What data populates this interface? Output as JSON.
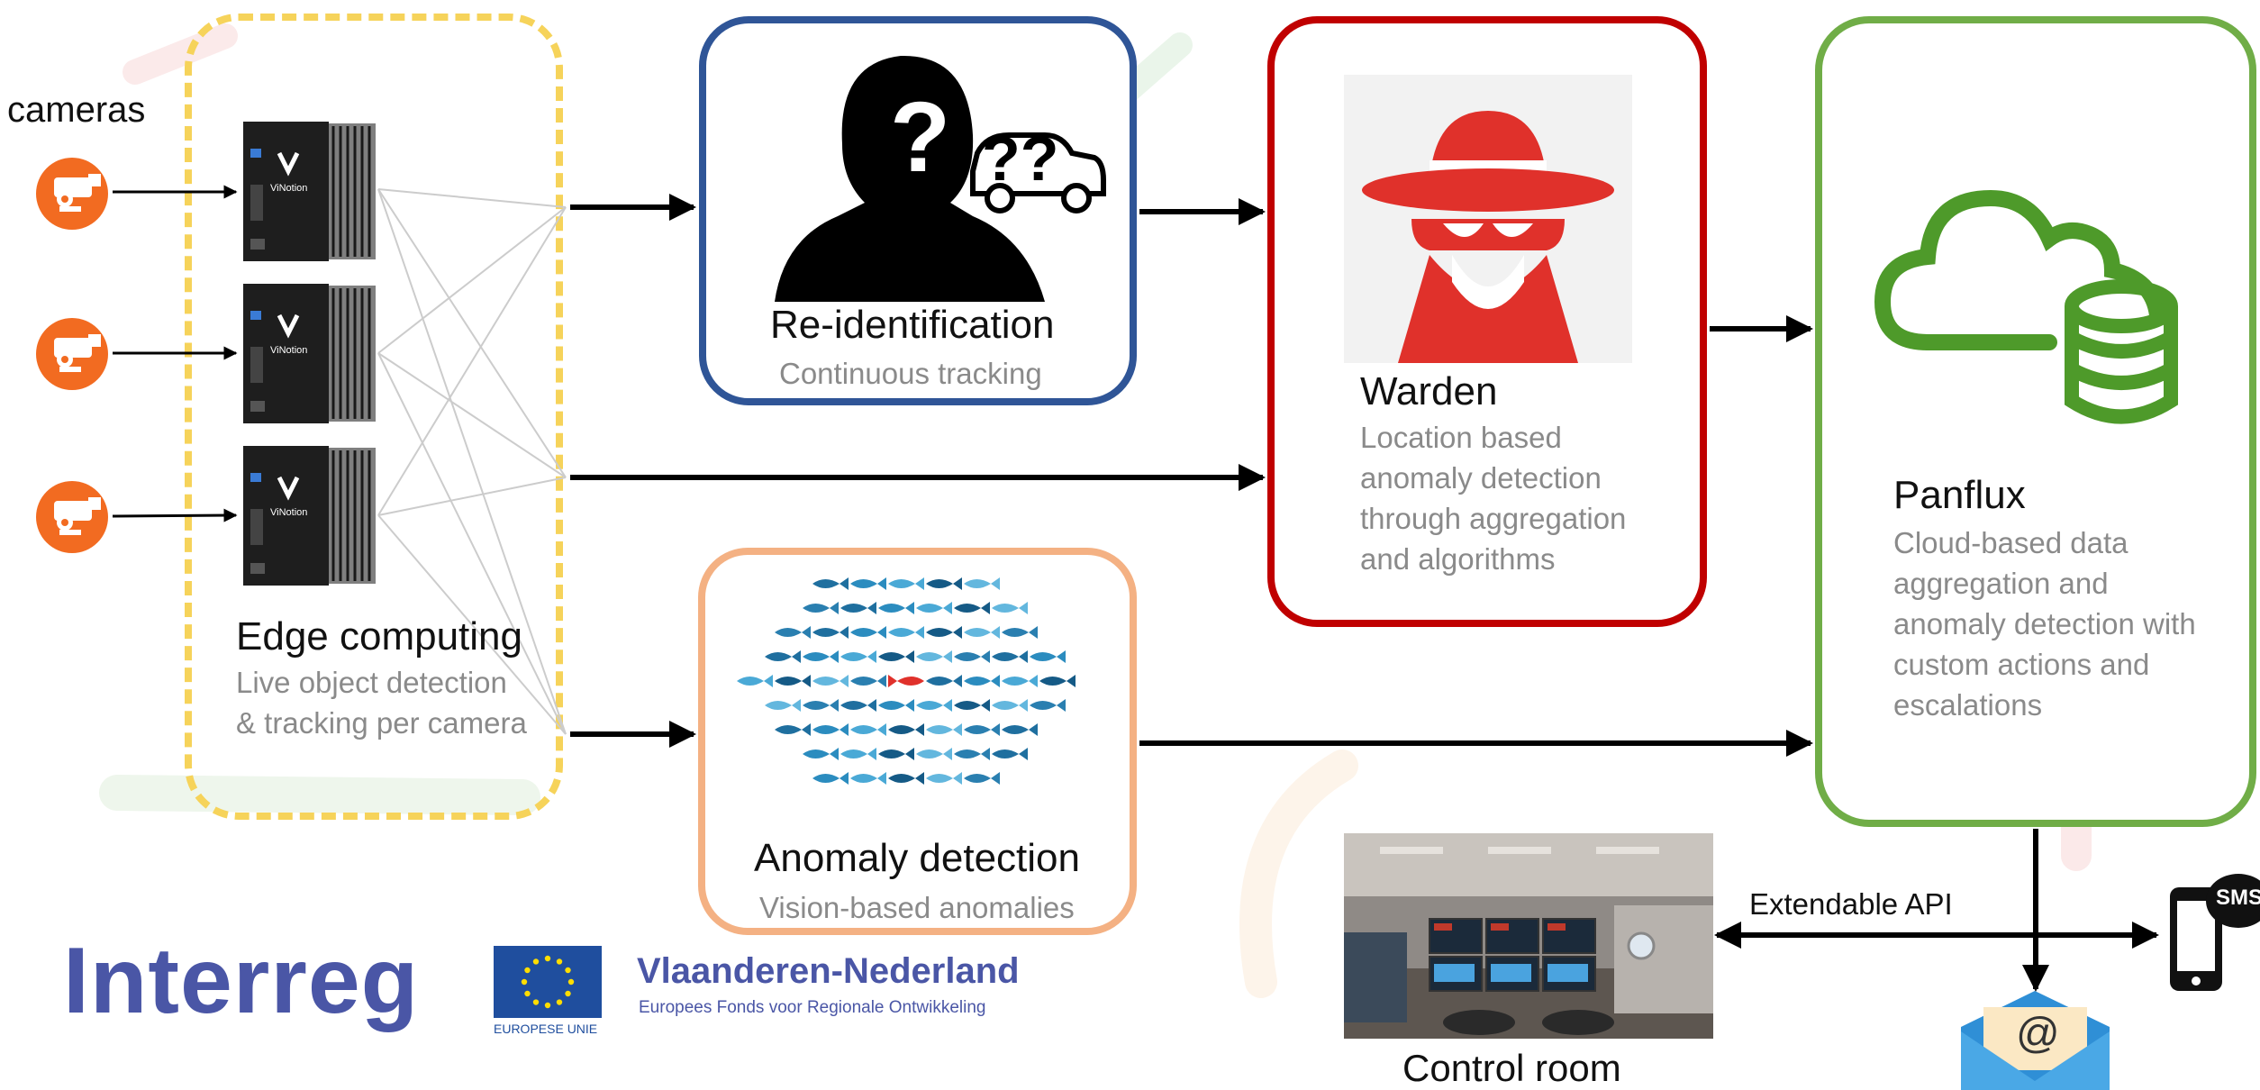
{
  "colors": {
    "edge": "#f6d35a",
    "reid": "#2f5597",
    "warden": "#c00000",
    "anomaly": "#f4b183",
    "panflux": "#70ad47",
    "camera": "#f26b21",
    "sub_text": "#8a8a8a",
    "interreg_blue": "#4a56a6",
    "eu_blue": "#1f4e9e"
  },
  "cameras": {
    "label": "cameras",
    "icon": "security-camera-icon",
    "count": 3
  },
  "edge_computing": {
    "title": "Edge computing",
    "subtitle_lines": [
      "Live object detection",
      "& tracking per camera"
    ],
    "device_brand": "ViNotion",
    "device_icon": "edge-device-icon"
  },
  "reidentification": {
    "title": "Re-identification",
    "subtitle": "Continuous tracking",
    "icon": "unknown-person-silhouette-icon"
  },
  "anomaly_detection": {
    "title": "Anomaly detection",
    "subtitle": "Vision-based anomalies",
    "icon": "fish-school-odd-one-out-icon"
  },
  "warden": {
    "title": "Warden",
    "subtitle_lines": [
      "Location based",
      "anomaly detection",
      "through aggregation",
      "and algorithms"
    ],
    "icon": "spy-hat-icon"
  },
  "panflux": {
    "title": "Panflux",
    "subtitle_lines": [
      "Cloud-based data",
      "aggregation and",
      "anomaly detection with",
      "custom actions and",
      "escalations"
    ],
    "icon": "cloud-database-icon"
  },
  "control_room": {
    "label": "Control room",
    "image": "control-room-photo"
  },
  "api": {
    "label": "Extendable API"
  },
  "notifications": {
    "sms_label": "SMS",
    "email_label": "@",
    "phone_icon": "phone-sms-icon",
    "email_icon": "email-envelope-icon"
  },
  "logos": {
    "interreg": "Interreg",
    "eu_caption": "EUROPESE UNIE",
    "program_name": "Vlaanderen-Nederland",
    "program_sub": "Europees Fonds voor Regionale Ontwikkeling"
  }
}
